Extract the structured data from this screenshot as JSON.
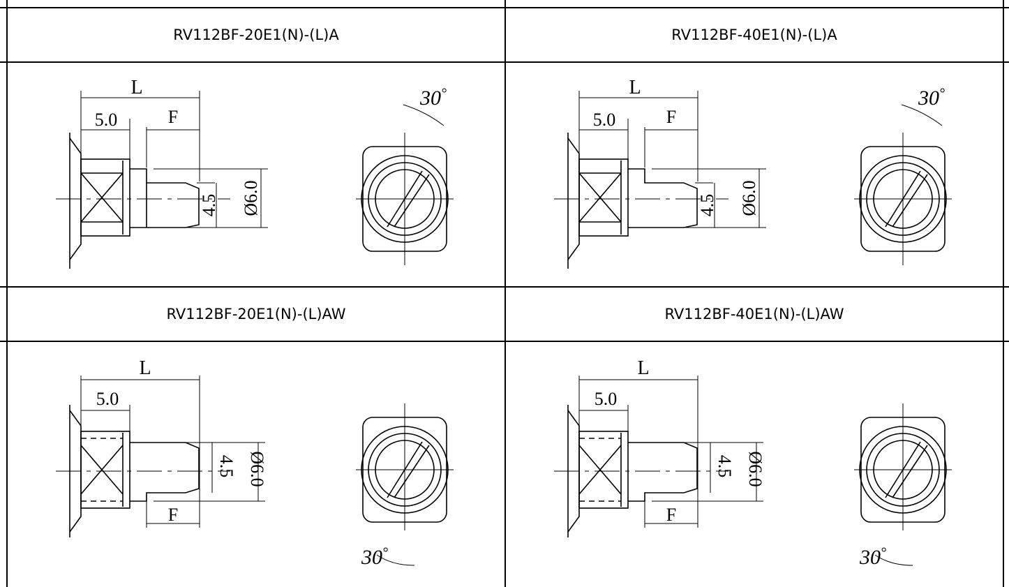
{
  "table": {
    "headers": [
      "RV112BF-20E1(N)-(L)A",
      "RV112BF-40E1(N)-(L)A",
      "RV112BF-20E1(N)-(L)AW",
      "RV112BF-40E1(N)-(L)AW"
    ]
  },
  "dimensions": {
    "length": "L",
    "flange": "5.0",
    "thread": "F",
    "tip_diameter": "4.5",
    "body_diameter": "Ø6.0",
    "angle": "30",
    "degree": "°"
  },
  "colors": {
    "line": "#000000",
    "background": "#ffffff"
  }
}
